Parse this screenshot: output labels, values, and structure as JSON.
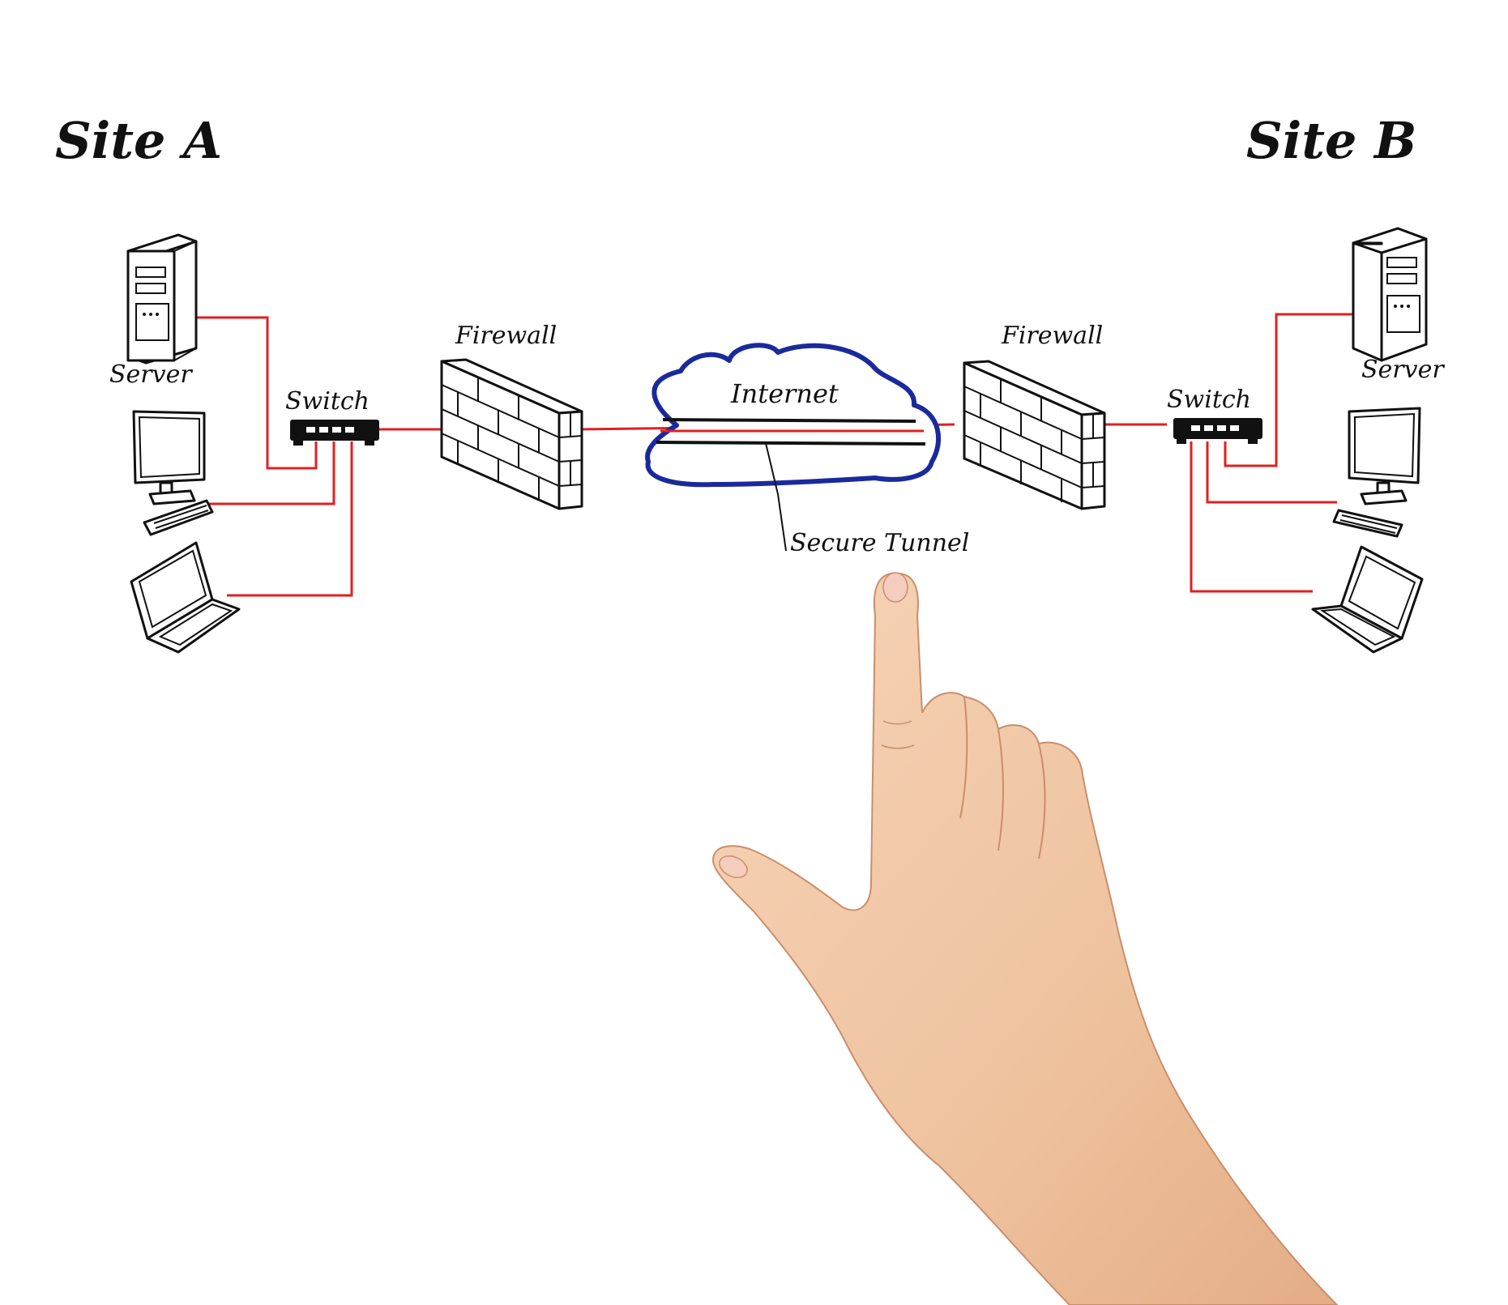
{
  "diagram": {
    "site_a": {
      "title": "Site A",
      "server_label": "Server",
      "switch_label": "Switch",
      "firewall_label": "Firewall"
    },
    "site_b": {
      "title": "Site B",
      "server_label": "Server",
      "switch_label": "Switch",
      "firewall_label": "Firewall"
    },
    "cloud_label": "Internet",
    "tunnel_label": "Secure Tunnel"
  },
  "colors": {
    "wire": "#e02020",
    "cloud": "#1a2a9c",
    "ink": "#111111",
    "skin": "#f1c7a5"
  }
}
